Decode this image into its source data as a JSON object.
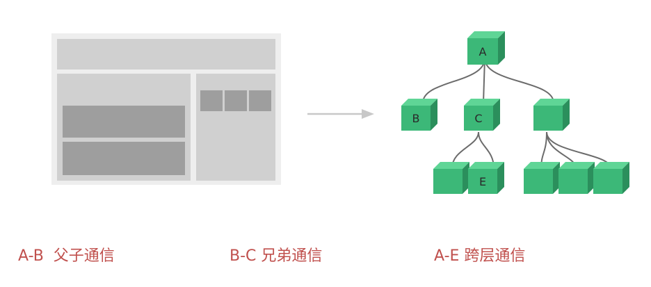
{
  "colors": {
    "caption": "#c0504d",
    "cube_front": "#3cb878",
    "cube_top": "#5fd596",
    "cube_side": "#2b8f5c",
    "edge": "#6b6b6b"
  },
  "tree": {
    "labels": {
      "a": "A",
      "b": "B",
      "c": "C",
      "e": "E"
    }
  },
  "captions": {
    "ab": "A-B  父子通信",
    "bc": "B-C 兄弟通信",
    "ae": "A-E 跨层通信"
  }
}
